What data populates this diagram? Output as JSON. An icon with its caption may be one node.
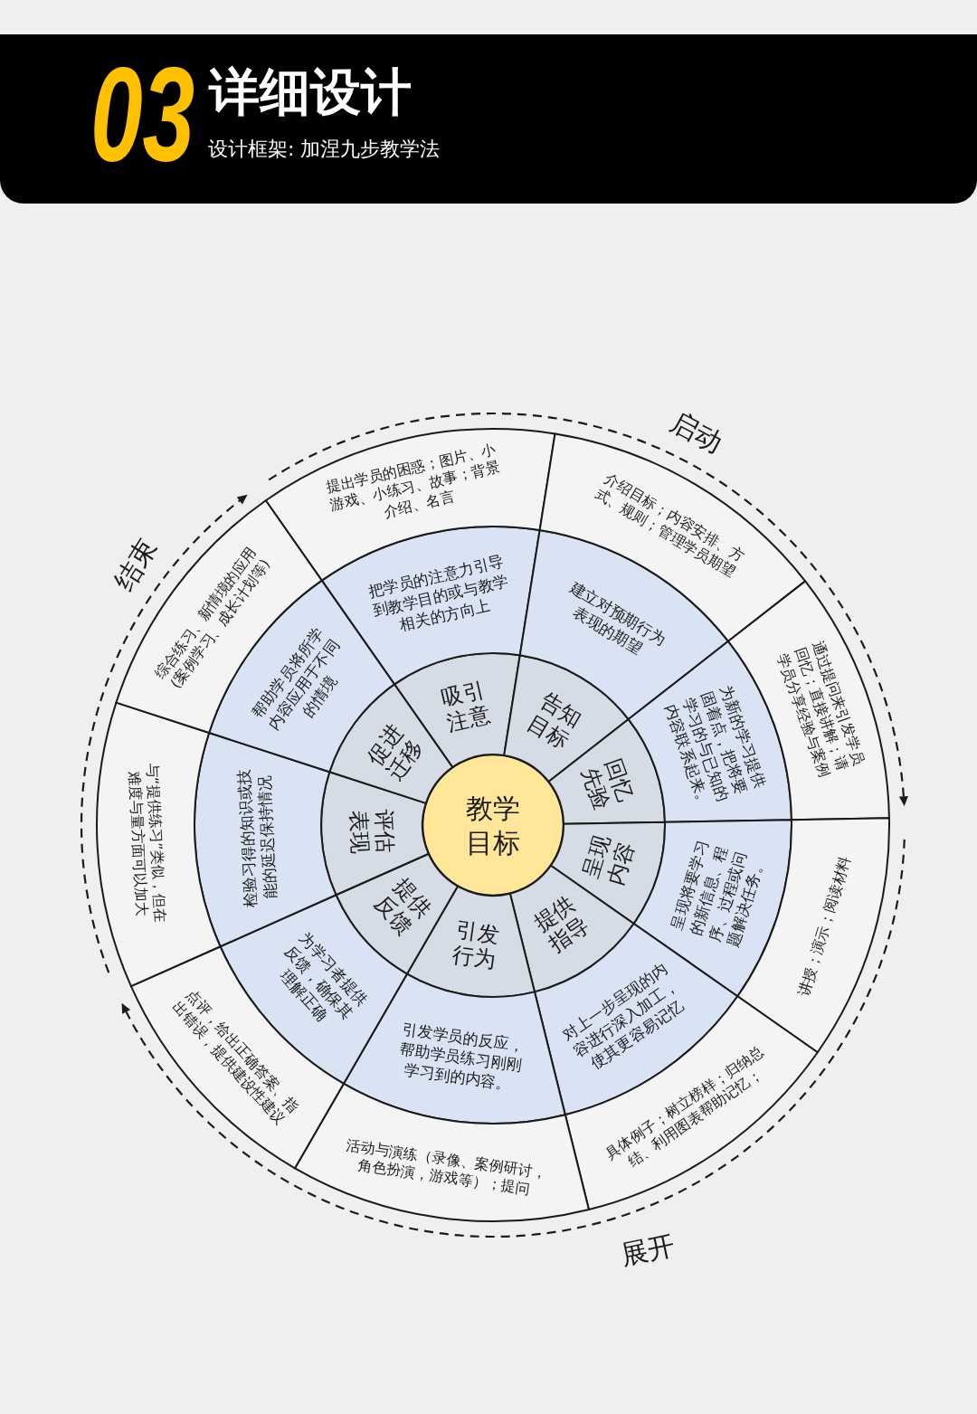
{
  "diagram": {
    "title": "详细设计",
    "nodes": [
      {
        "text": [
          "教学目标"
        ]
      },
      {
        "text": [
          "吸引注意"
        ]
      },
      {
        "text": [
          "告知目标"
        ]
      },
      {
        "text": [
          "回忆先验"
        ]
      },
      {
        "text": [
          "呈现内容"
        ]
      },
      {
        "text": [
          "提供指导"
        ]
      },
      {
        "text": [
          "引发行为"
        ]
      },
      {
        "text": [
          "提供反馈"
        ]
      },
      {
        "text": [
          "评估表现"
        ]
      },
      {
        "text": [
          "促进迁移"
        ]
      },
      {
        "text": [
          "把学员的注意力引导到教学目的或与教学相关的方向上"
        ]
      },
      {
        "text": [
          "建立对预期行为表现的期望"
        ]
      },
      {
        "text": [
          "为新的学习提供固着点，把将要学习的与已知的内容联系起来。"
        ]
      },
      {
        "text": [
          "呈现将要学习的新信息、程序、过程或问题解决任务。"
        ]
      },
      {
        "text": [
          "对上一步呈现的内容进行深入加工，使其更容易记忆"
        ]
      },
      {
        "text": [
          "引发学员的反应，帮助学员练习刚刚学习到的内容。"
        ]
      },
      {
        "text": [
          "为学习者提供反馈，确保其理解正确"
        ]
      },
      {
        "text": [
          "检验习得的知识或技能的延迟保持情况"
        ]
      },
      {
        "text": [
          "帮助学员将所学内容应用于不同的情境"
        ]
      },
      {
        "text": [
          "提出学员的困惑；图片、小游戏、小练习、故事；背景介绍、名言"
        ]
      },
      {
        "text": [
          "介绍目标；内容安排、方式、规则；管理学员期望"
        ]
      },
      {
        "text": [
          "通过提问来引发学员回忆；直接讲解；请学员分享经验与案例"
        ]
      },
      {
        "text": [
          "讲授；演示；阅读材料"
        ]
      },
      {
        "text": [
          "具体例子；树立榜样；归纳总结、利用图表帮助记忆；"
        ]
      },
      {
        "text": [
          "活动与演练（录像、案例研讨，角色扮演，游戏等）；提问"
        ]
      },
      {
        "text": [
          "点评，给出正确答案、指出错误，提供建设性建议"
        ]
      },
      {
        "text": [
          "与“提供练习”类似，但在难度与量方面可以加大"
        ]
      },
      {
        "text": [
          "综合练习、新情境的应用(案例学习、成长计划等)"
        ]
      }
    ],
    "labels": [
      "03",
      "设计框架: 加涅九步教学法",
      "启动",
      "结束",
      "展开"
    ]
  }
}
